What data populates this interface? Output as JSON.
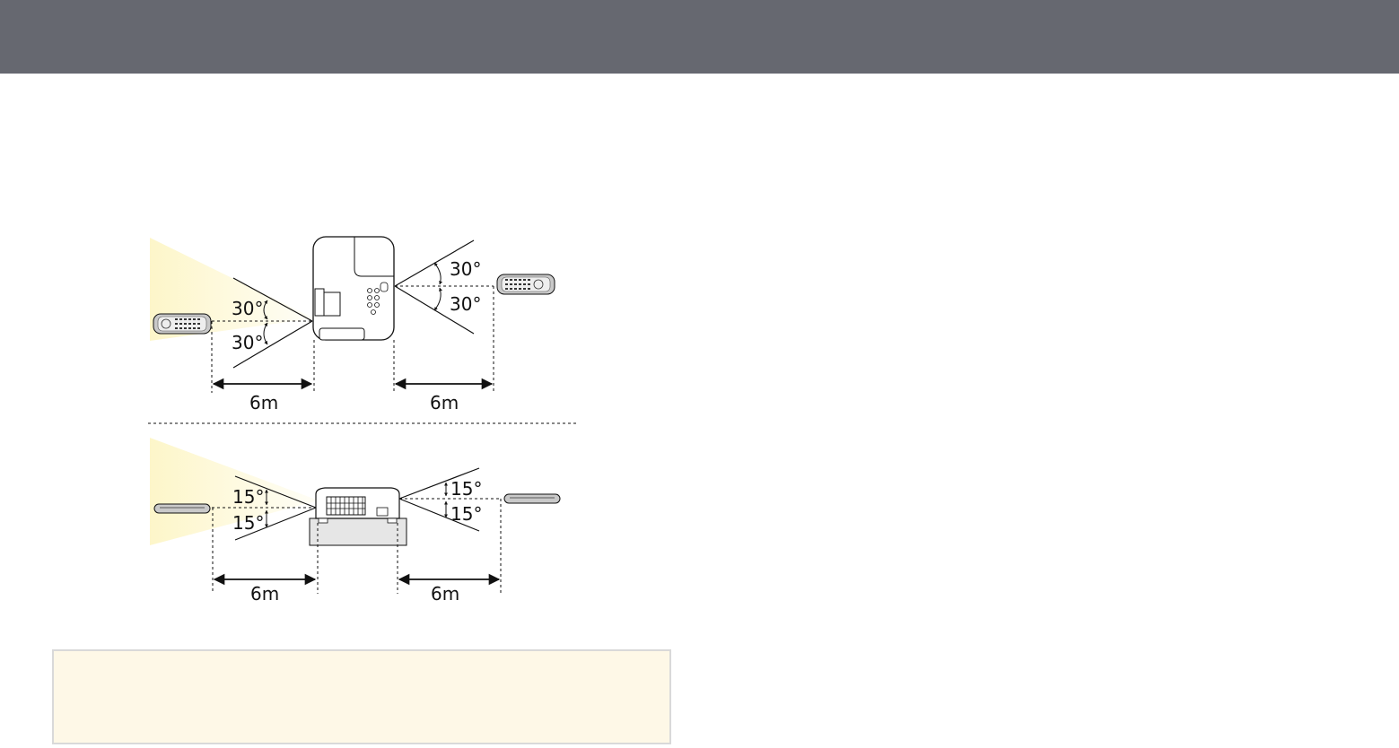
{
  "colors": {
    "header": "#666870",
    "note_bg": "#fef8e7",
    "note_border": "#d9d9d9",
    "beam": "#fdf6c9"
  },
  "icons": [
    "projector-top-icon",
    "projector-side-icon",
    "remote-control-icon"
  ],
  "top_view": {
    "left_angle_upper": "30°",
    "left_angle_lower": "30°",
    "right_angle_upper": "30°",
    "right_angle_lower": "30°",
    "left_distance": "6m",
    "right_distance": "6m"
  },
  "side_view": {
    "left_angle_upper": "15°",
    "left_angle_lower": "15°",
    "right_angle_upper": "15°",
    "right_angle_lower": "15°",
    "left_distance": "6m",
    "right_distance": "6m"
  }
}
